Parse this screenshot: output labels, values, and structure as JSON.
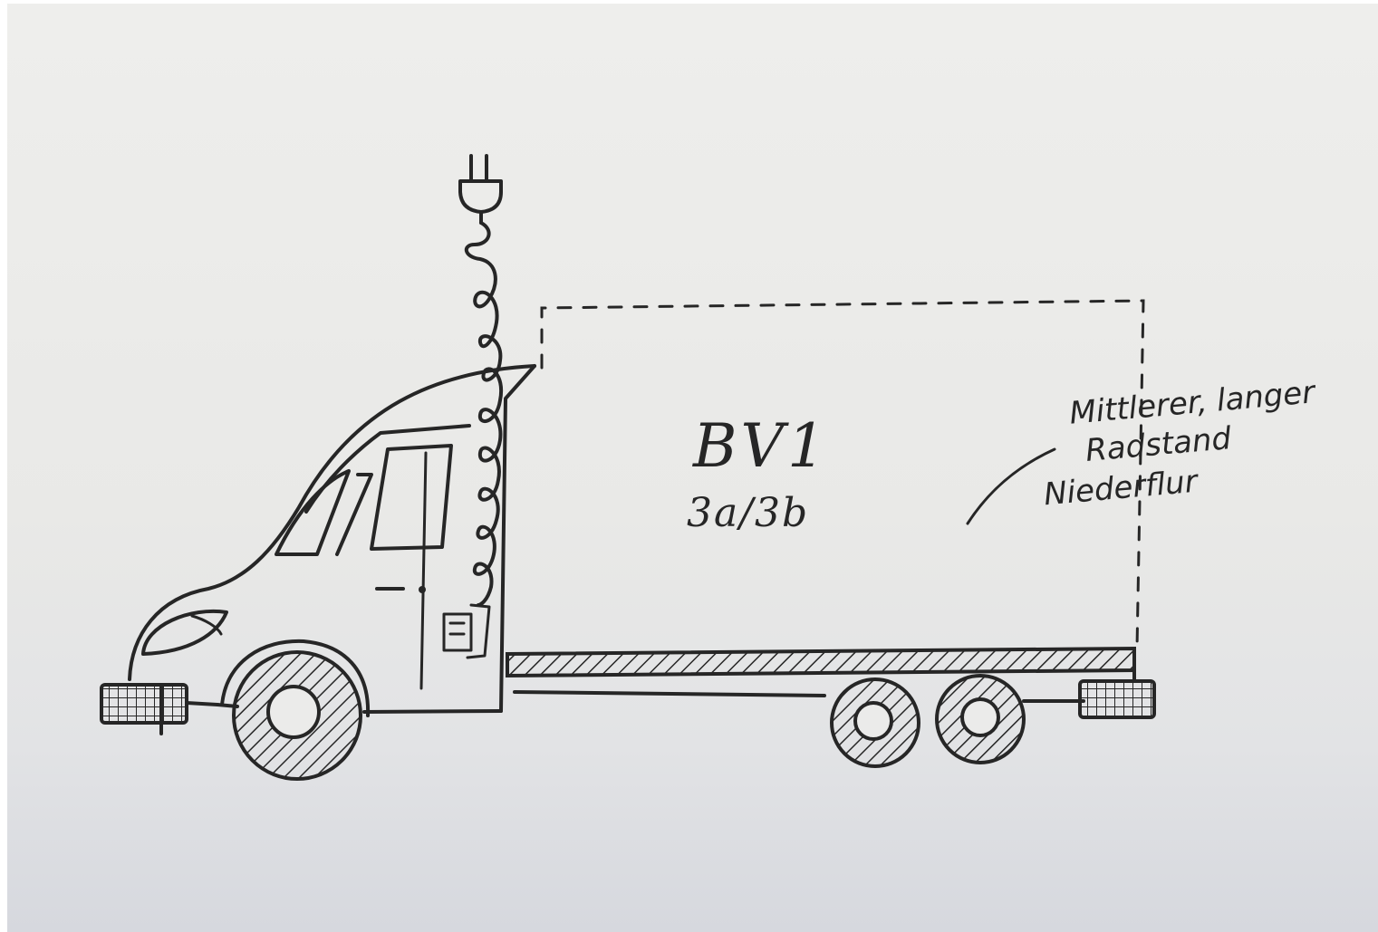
{
  "drawing": {
    "label": "BV1",
    "sublabel": "3a/3b",
    "annotation": {
      "line1": "Mittlerer, langer",
      "line2": "Radstand",
      "line3": "Niederflur"
    }
  },
  "icons": {
    "plug": "power-plug-icon",
    "vehicle": "truck-sketch"
  },
  "colors": {
    "ink": "#262626",
    "paper": "#ebebea"
  }
}
